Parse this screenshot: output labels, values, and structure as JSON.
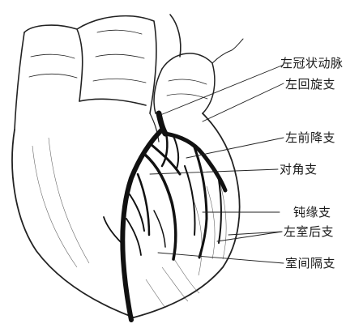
{
  "labels": {
    "left_coronary_artery": "左冠状动脉",
    "circumflex_branch": "左回旋支",
    "anterior_descending_branch": "左前降支",
    "diagonal_branch": "对角支",
    "obtuse_marginal_branch": "钝缘支",
    "left_ventricular_posterior_branch": "左室后支",
    "septal_branch": "室间隔支"
  }
}
